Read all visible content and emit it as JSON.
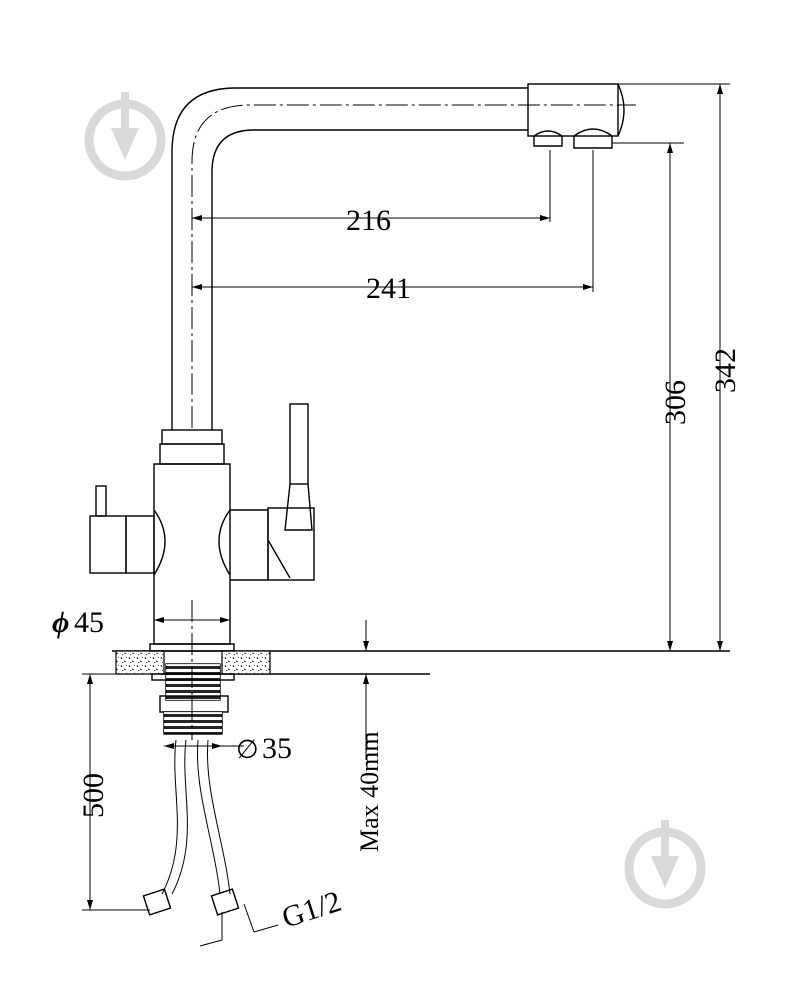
{
  "dimensions": {
    "reach_216": "216",
    "reach_241": "241",
    "height_306": "306",
    "height_342": "342",
    "base_diameter": "45",
    "base_diameter_symbol": "ϕ",
    "shank_diameter": "35",
    "shank_diameter_symbol": "∅",
    "hose_length": "500",
    "max_counter_thickness": "Max  40mm",
    "hose_thread": "G1/2"
  },
  "colors": {
    "line": "#000000",
    "watermark": "#d9d9d9"
  }
}
